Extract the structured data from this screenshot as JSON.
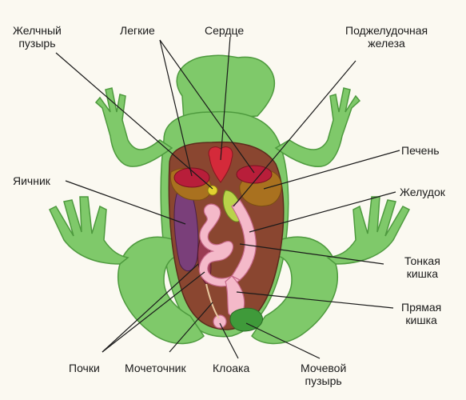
{
  "colors": {
    "background": "#fbf9f1",
    "skin": "#7fc96a",
    "skin_outline": "#4e9a3e",
    "skin_shadow": "#5fae4d",
    "body_cavity": "#8a4630",
    "liver": "#a9711f",
    "heart": "#d42a3a",
    "lungs": "#b81e3a",
    "stomach_intestine": "#f4b9c9",
    "intestine_outline": "#c7688a",
    "gall_bladder": "#e2d130",
    "pancreas": "#b9d34a",
    "ovary": "#7a3f7a",
    "kidneys": "#9a3b52",
    "bladder": "#3f9a3a",
    "leader_line": "#1a1a1a"
  },
  "labels": {
    "gall_bladder": [
      "Желчный",
      "пузырь"
    ],
    "lungs": "Легкие",
    "heart": "Сердце",
    "pancreas": [
      "Поджелудочная",
      "железа"
    ],
    "liver": "Печень",
    "ovary": "Яичник",
    "stomach": "Желудок",
    "small_intestine": [
      "Тонкая",
      "кишка"
    ],
    "rectum": [
      "Прямая",
      "кишка"
    ],
    "kidneys": "Почки",
    "ureter": "Мочеточник",
    "cloaca": "Клоака",
    "bladder": [
      "Мочевой",
      "пузырь"
    ]
  }
}
